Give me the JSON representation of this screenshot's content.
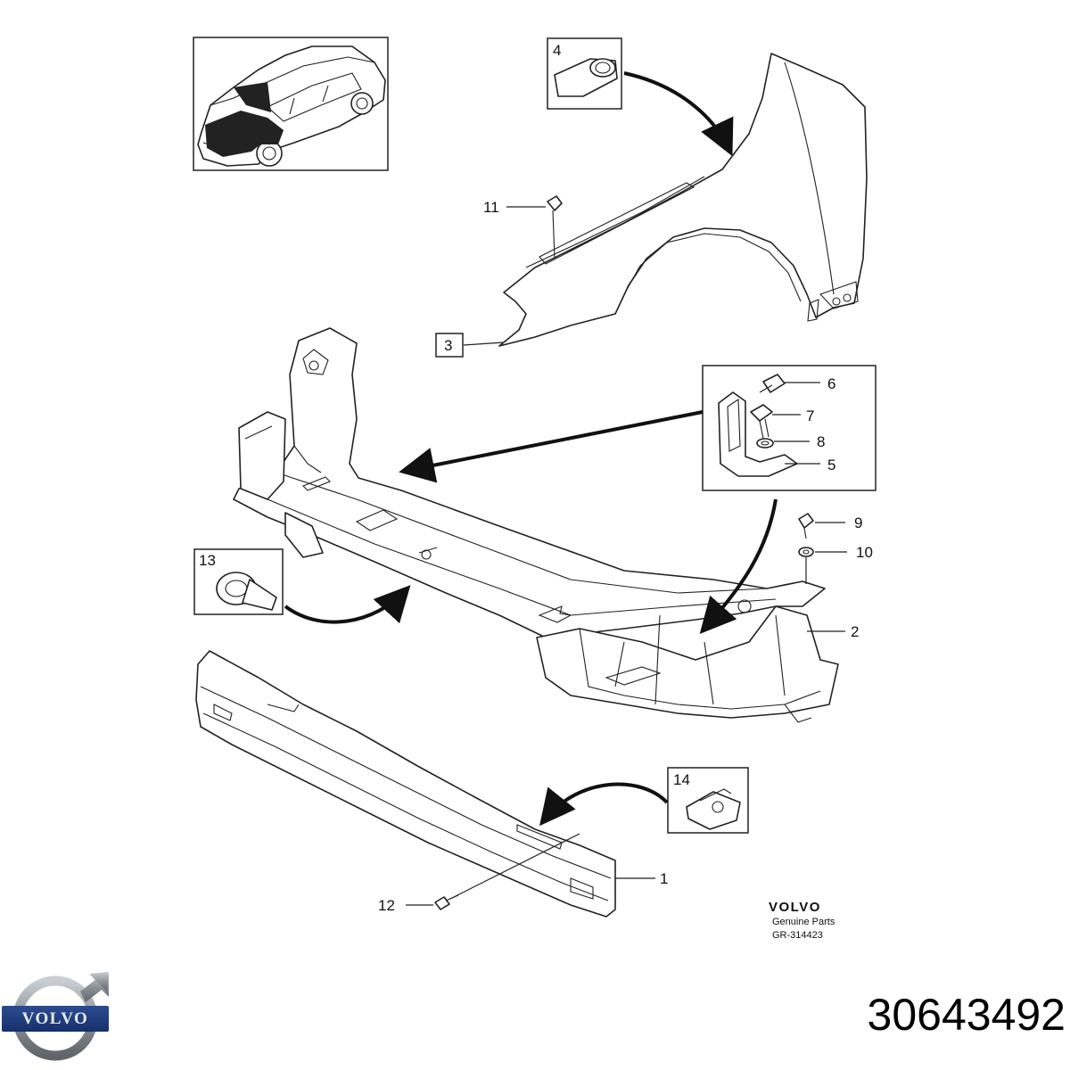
{
  "brand": {
    "wordmark": "VOLVO",
    "subtitle": "Genuine Parts",
    "diagram_code": "GR-314423",
    "logo_text": "VOLVO"
  },
  "part_number": "30643492",
  "callouts": [
    {
      "id": "c1",
      "label": "1"
    },
    {
      "id": "c2",
      "label": "2"
    },
    {
      "id": "c3",
      "label": "3"
    },
    {
      "id": "c4",
      "label": "4"
    },
    {
      "id": "c5",
      "label": "5"
    },
    {
      "id": "c6",
      "label": "6"
    },
    {
      "id": "c7",
      "label": "7"
    },
    {
      "id": "c8",
      "label": "8"
    },
    {
      "id": "c9",
      "label": "9"
    },
    {
      "id": "c10",
      "label": "10"
    },
    {
      "id": "c11",
      "label": "11"
    },
    {
      "id": "c12",
      "label": "12"
    },
    {
      "id": "c13",
      "label": "13"
    },
    {
      "id": "c14",
      "label": "14"
    }
  ],
  "colors": {
    "line": "#222222",
    "logo_silver": "#8d9399",
    "logo_blue": "#1f3a78"
  }
}
